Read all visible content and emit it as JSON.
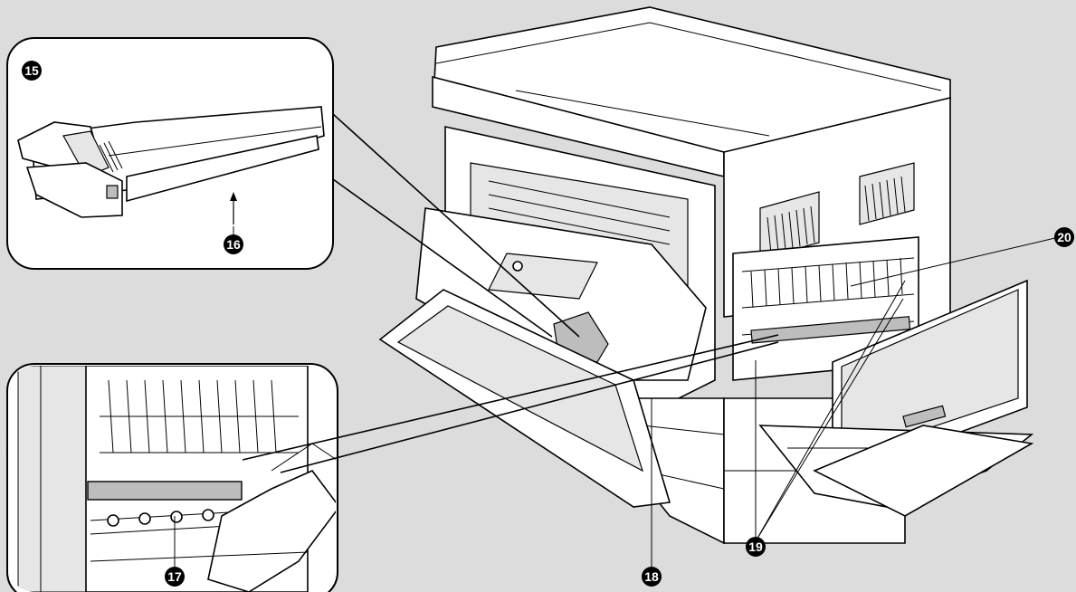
{
  "callouts": [
    {
      "id": "c15",
      "label": "15"
    },
    {
      "id": "c16",
      "label": "16"
    },
    {
      "id": "c17",
      "label": "17"
    },
    {
      "id": "c18",
      "label": "18"
    },
    {
      "id": "c19",
      "label": "19"
    },
    {
      "id": "c20",
      "label": "20"
    }
  ]
}
